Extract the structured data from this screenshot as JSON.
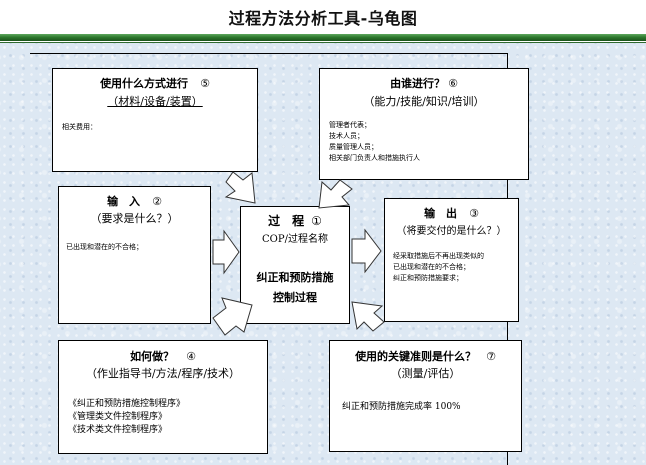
{
  "title": "过程方法分析工具-乌龟图",
  "boxes": {
    "method": {
      "title": "使用什么方式进行",
      "number": "⑤",
      "subtitle": "（材料/设备/装置）",
      "lines": [
        "相关费用："
      ]
    },
    "who": {
      "title": "由谁进行？",
      "number": "⑥",
      "subtitle": "（能力/技能/知识/培训）",
      "lines": [
        "管理者代表；",
        "技术人员；",
        "质量管理人员；",
        "相关部门负责人和措施执行人"
      ]
    },
    "input": {
      "title": "输　入",
      "number": "②",
      "subtitle": "（要求是什么？）",
      "lines": [
        "已出现和潜在的不合格；"
      ]
    },
    "process": {
      "title": "过　程",
      "number": "①",
      "subtitle": "COP/过程名称",
      "name_line1": "纠正和预防措施",
      "name_line2": "控制过程"
    },
    "output": {
      "title": "输　出",
      "number": "③",
      "subtitle": "（将要交付的是什么？）",
      "lines": [
        "经采取措施后不再出现类似的",
        "已出现和潜在的不合格；",
        "纠正和预防措施要求；"
      ]
    },
    "how": {
      "title": "如何做？",
      "number": "④",
      "subtitle": "（作业指导书/方法/程序/技术）",
      "lines": [
        "《纠正和预防措施控制程序》",
        "《管理类文件控制程序》",
        "《技术类文件控制程序》"
      ]
    },
    "criteria": {
      "title": "使用的关键准则是什么？",
      "number": "⑦",
      "subtitle": "（测量/评估）",
      "lines": [
        "纠正和预防措施完成率 100%"
      ]
    }
  }
}
